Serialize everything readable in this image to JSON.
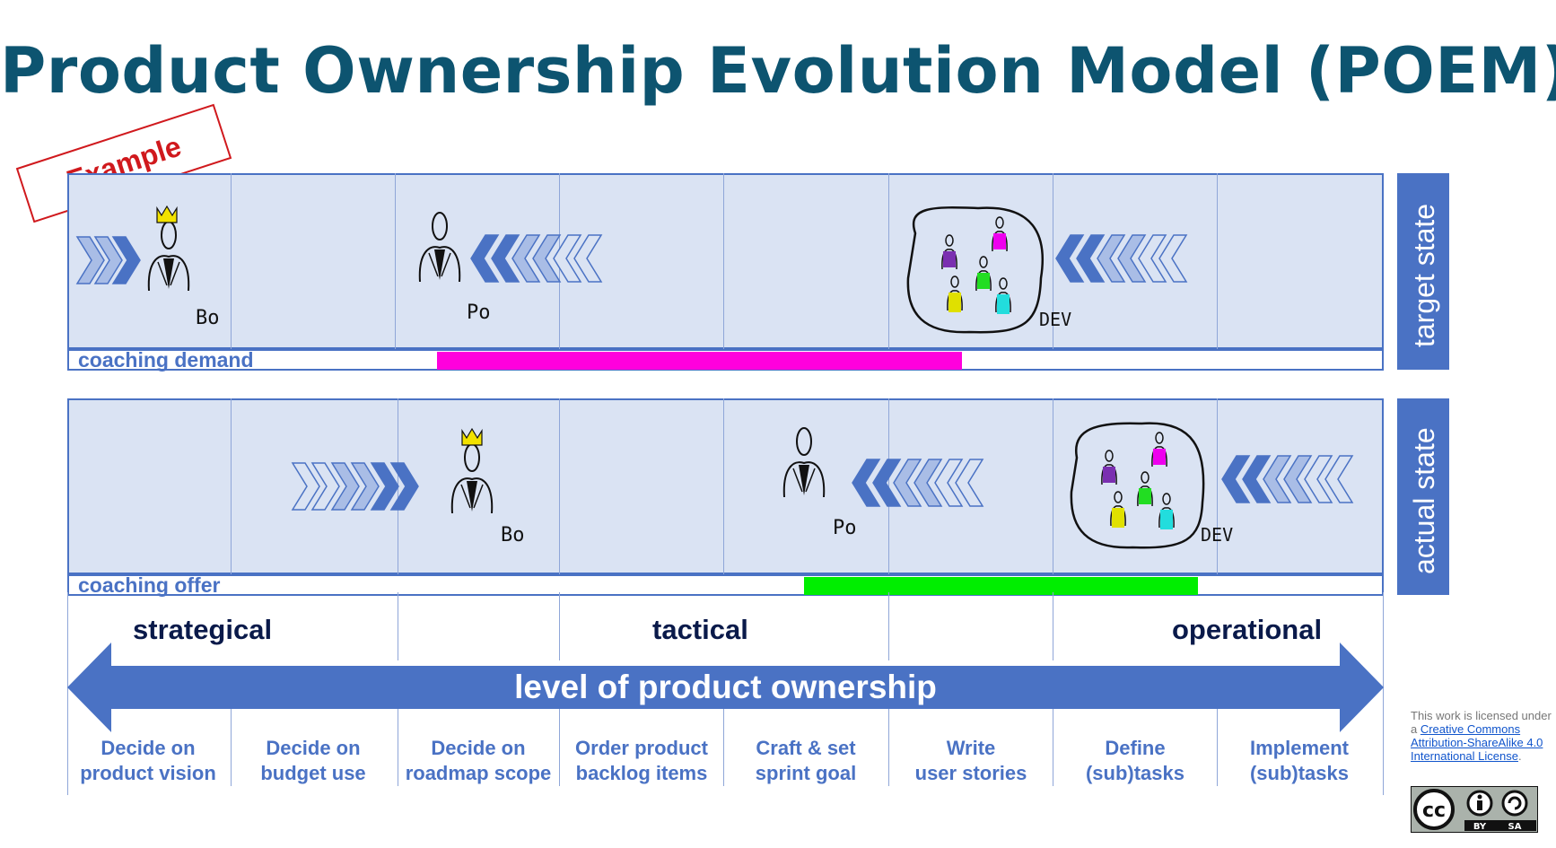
{
  "title": "Product Ownership Evolution Model (POEM)",
  "example_label": "Example",
  "target": {
    "state_label": "target state",
    "coaching_label": "coaching demand",
    "coaching_fraction": [
      0.28,
      0.68
    ],
    "coaching_color": "#ff00dd"
  },
  "actual": {
    "state_label": "actual state",
    "coaching_label": "coaching offer",
    "coaching_fraction": [
      0.56,
      0.86
    ],
    "coaching_color": "#00ee00"
  },
  "levels": {
    "strategical": "strategical",
    "tactical": "tactical",
    "operational": "operational"
  },
  "axis_label": "level of product ownership",
  "decisions": [
    {
      "line1": "Decide on",
      "line2": "product vision"
    },
    {
      "line1": "Decide on",
      "line2": "budget use"
    },
    {
      "line1": "Decide on",
      "line2": "roadmap scope"
    },
    {
      "line1": "Order product",
      "line2": "backlog items"
    },
    {
      "line1": "Craft & set",
      "line2": "sprint goal"
    },
    {
      "line1": "Write",
      "line2": "user stories"
    },
    {
      "line1": "Define",
      "line2": "(sub)tasks"
    },
    {
      "line1": "Implement",
      "line2": "(sub)tasks"
    }
  ],
  "roles": {
    "business_owner": "Bo",
    "product_owner": "Po",
    "dev_team": "DEV"
  },
  "license": {
    "prefix": "This work is licensed under a ",
    "link_text": "Creative Commons Attribution-ShareAlike 4.0 International License",
    "suffix": ".",
    "badge_cc": "cc",
    "badge_by": "BY",
    "badge_sa": "SA"
  },
  "colors": {
    "title": "#0d5470",
    "accent_blue": "#4a72c4",
    "panel_fill": "#dae3f3",
    "stamp_red": "#d0191d",
    "crown_yellow": "#f2e200"
  }
}
